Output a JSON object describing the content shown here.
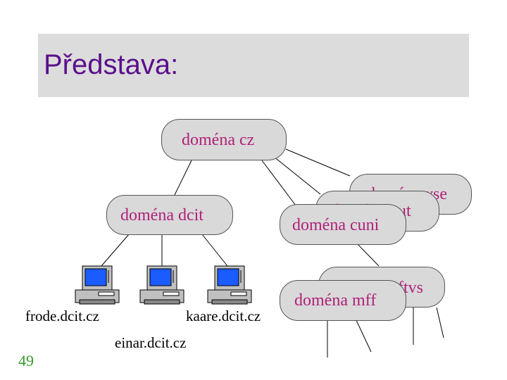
{
  "slide": {
    "title": "Představa:",
    "number": "49"
  },
  "nodes": {
    "cz": "doména cz",
    "dcit": "doména dcit",
    "vse": "doména vse",
    "vut": "doména vut",
    "cuni": "doména cuni",
    "ftvs": "doména ftvs",
    "mff": "doména mff"
  },
  "hosts": {
    "frode": "frode.dcit.cz",
    "einar": "einar.dcit.cz",
    "kaare": "kaare.dcit.cz"
  },
  "colors": {
    "title": "#5a0f8c",
    "node_text": "#b0207a",
    "node_fill": "#d9d9d9",
    "band": "#dcdcdc",
    "slide_number": "#3a9a2e",
    "screen": "#1a5cff"
  }
}
